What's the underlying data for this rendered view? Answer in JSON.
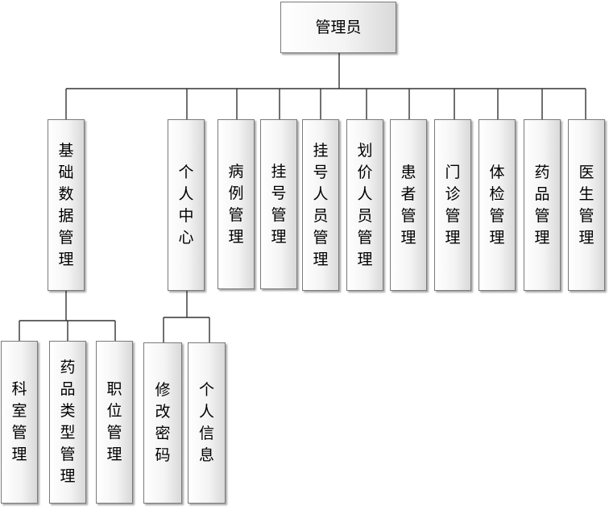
{
  "root": {
    "label": "管理员"
  },
  "modules": [
    {
      "label": "基础数据管理"
    },
    {
      "label": "个人中心"
    },
    {
      "label": "病例管理"
    },
    {
      "label": "挂号管理"
    },
    {
      "label": "挂号人员管理"
    },
    {
      "label": "划价人员管理"
    },
    {
      "label": "患者管理"
    },
    {
      "label": "门诊管理"
    },
    {
      "label": "体检管理"
    },
    {
      "label": "药品管理"
    },
    {
      "label": "医生管理"
    }
  ],
  "basic_data_children": [
    {
      "label": "科室管理"
    },
    {
      "label": "药品类型管理"
    },
    {
      "label": "职位管理"
    }
  ],
  "personal_center_children": [
    {
      "label": "修改密码"
    },
    {
      "label": "个人信息"
    }
  ]
}
